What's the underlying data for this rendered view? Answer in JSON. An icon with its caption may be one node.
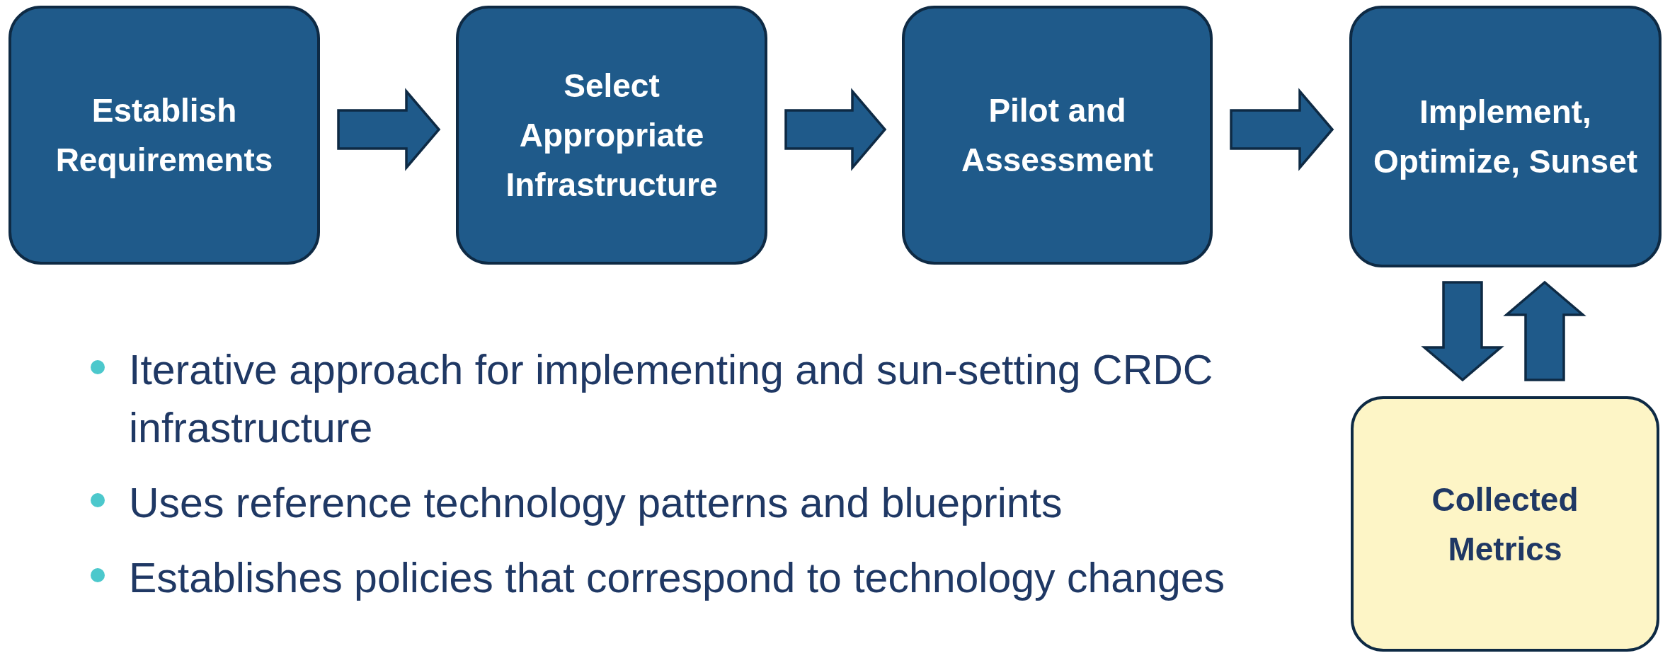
{
  "diagram": {
    "nodes": [
      {
        "text": [
          "Establish Requirements"
        ]
      },
      {
        "text": [
          "Select Appropriate Infrastructure"
        ]
      },
      {
        "text": [
          "Pilot and Assessment"
        ]
      },
      {
        "text": [
          "Implement, Optimize, Sunset"
        ]
      },
      {
        "text": [
          "Collected Metrics"
        ]
      }
    ],
    "edges": [
      {
        "from": 0,
        "to": 1,
        "arrow": "to"
      },
      {
        "from": 1,
        "to": 2,
        "arrow": "to"
      },
      {
        "from": 2,
        "to": 3,
        "arrow": "to"
      },
      {
        "from": 3,
        "to": 4,
        "arrow": "to"
      },
      {
        "from": 4,
        "to": 3,
        "arrow": "to"
      }
    ],
    "labels": [
      "Iterative approach for implementing and sun-setting CRDC infrastructure",
      "Uses reference technology patterns and blueprints",
      "Establishes policies that correspond to technology changes"
    ]
  }
}
